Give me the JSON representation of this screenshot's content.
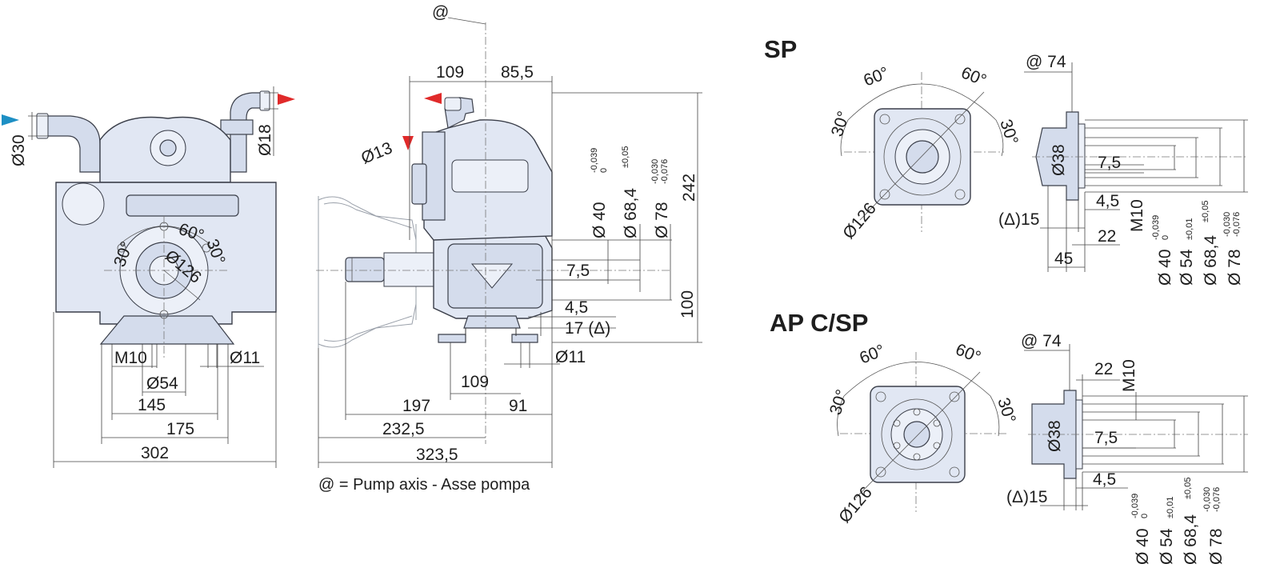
{
  "colors": {
    "inlet_arrow": "#1d8fc4",
    "outlet_arrow": "#e02a2a",
    "body_fill": "#e1e7f3",
    "line": "#3a3a3a"
  },
  "icons": {
    "inlet": "blue-triangle-arrow",
    "outlet": "red-triangle-arrow"
  },
  "front_view": {
    "d_inlet": "Ø30",
    "d_outlet": "Ø18",
    "angle_left": "30°",
    "angle_top": "60°",
    "angle_right": "30°",
    "d_flange": "Ø126",
    "m10": "M10",
    "d11": "Ø11",
    "d54": "Ø54",
    "w145": "145",
    "w175": "175",
    "w302": "302"
  },
  "side_view": {
    "axis_marker": "@",
    "d109_top": "109",
    "d85_5": "85,5",
    "d13": "Ø13",
    "d40": "Ø 40",
    "d40_tol_a": "-0,039",
    "d40_tol_b": "0",
    "d68": "Ø 68,4",
    "d68_tol": "±0,05",
    "d78": "Ø 78",
    "d78_tol_a": "-0,030",
    "d78_tol_b": "-0,076",
    "h242": "242",
    "d7_5": "7,5",
    "h100": "100",
    "d4_5": "4,5",
    "d17": "17 (Δ)",
    "d11": "Ø11",
    "d109_bottom": "109",
    "d197": "197",
    "d91": "91",
    "d232_5": "232,5",
    "d323_5": "323,5",
    "legend": "@ = Pump axis - Asse pompa"
  },
  "sp": {
    "title": "SP",
    "angle_60_left": "60°",
    "angle_60_right": "60°",
    "angle_30_left": "30°",
    "angle_30_right": "30°",
    "d126": "Ø126",
    "at74": "@ 74",
    "d38": "Ø38",
    "d7_5": "7,5",
    "d4_5": "4,5",
    "m10": "M10",
    "delta15": "(Δ)15",
    "d22": "22",
    "d45": "45",
    "d40": "Ø 40",
    "d40_tol_a": "-0,039",
    "d40_tol_b": "0",
    "d54": "Ø 54",
    "d54_tol": "±0,01",
    "d68": "Ø 68,4",
    "d68_tol": "±0,05",
    "d78": "Ø 78",
    "d78_tol_a": "-0,030",
    "d78_tol_b": "-0,076"
  },
  "apcsp": {
    "title": "AP C/SP",
    "angle_60_left": "60°",
    "angle_60_right": "60°",
    "angle_30_left": "30°",
    "angle_30_right": "30°",
    "d126": "Ø126",
    "at74": "@ 74",
    "d22": "22",
    "m10": "M10",
    "d38": "Ø38",
    "d7_5": "7,5",
    "d4_5": "4,5",
    "delta15": "(Δ)15",
    "d40": "Ø 40",
    "d40_tol_a": "-0,039",
    "d40_tol_b": "0",
    "d54": "Ø 54",
    "d54_tol": "±0,01",
    "d68": "Ø 68,4",
    "d68_tol": "±0,05",
    "d78": "Ø 78",
    "d78_tol_a": "-0,030",
    "d78_tol_b": "-0,076"
  }
}
